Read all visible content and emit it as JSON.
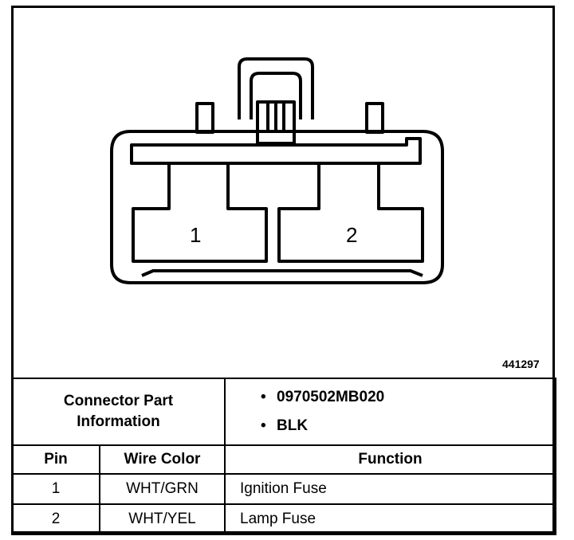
{
  "figure": {
    "id": "441297"
  },
  "connector": {
    "pins": [
      {
        "label": "1"
      },
      {
        "label": "2"
      }
    ]
  },
  "part_info": {
    "label_line1": "Connector Part",
    "label_line2": "Information",
    "part_number": "0970502MB020",
    "color": "BLK"
  },
  "table": {
    "headers": {
      "pin": "Pin",
      "wire_color": "Wire Color",
      "function": "Function"
    },
    "rows": [
      {
        "pin": "1",
        "wire_color": "WHT/GRN",
        "function": "Ignition Fuse"
      },
      {
        "pin": "2",
        "wire_color": "WHT/YEL",
        "function": "Lamp Fuse"
      }
    ]
  }
}
